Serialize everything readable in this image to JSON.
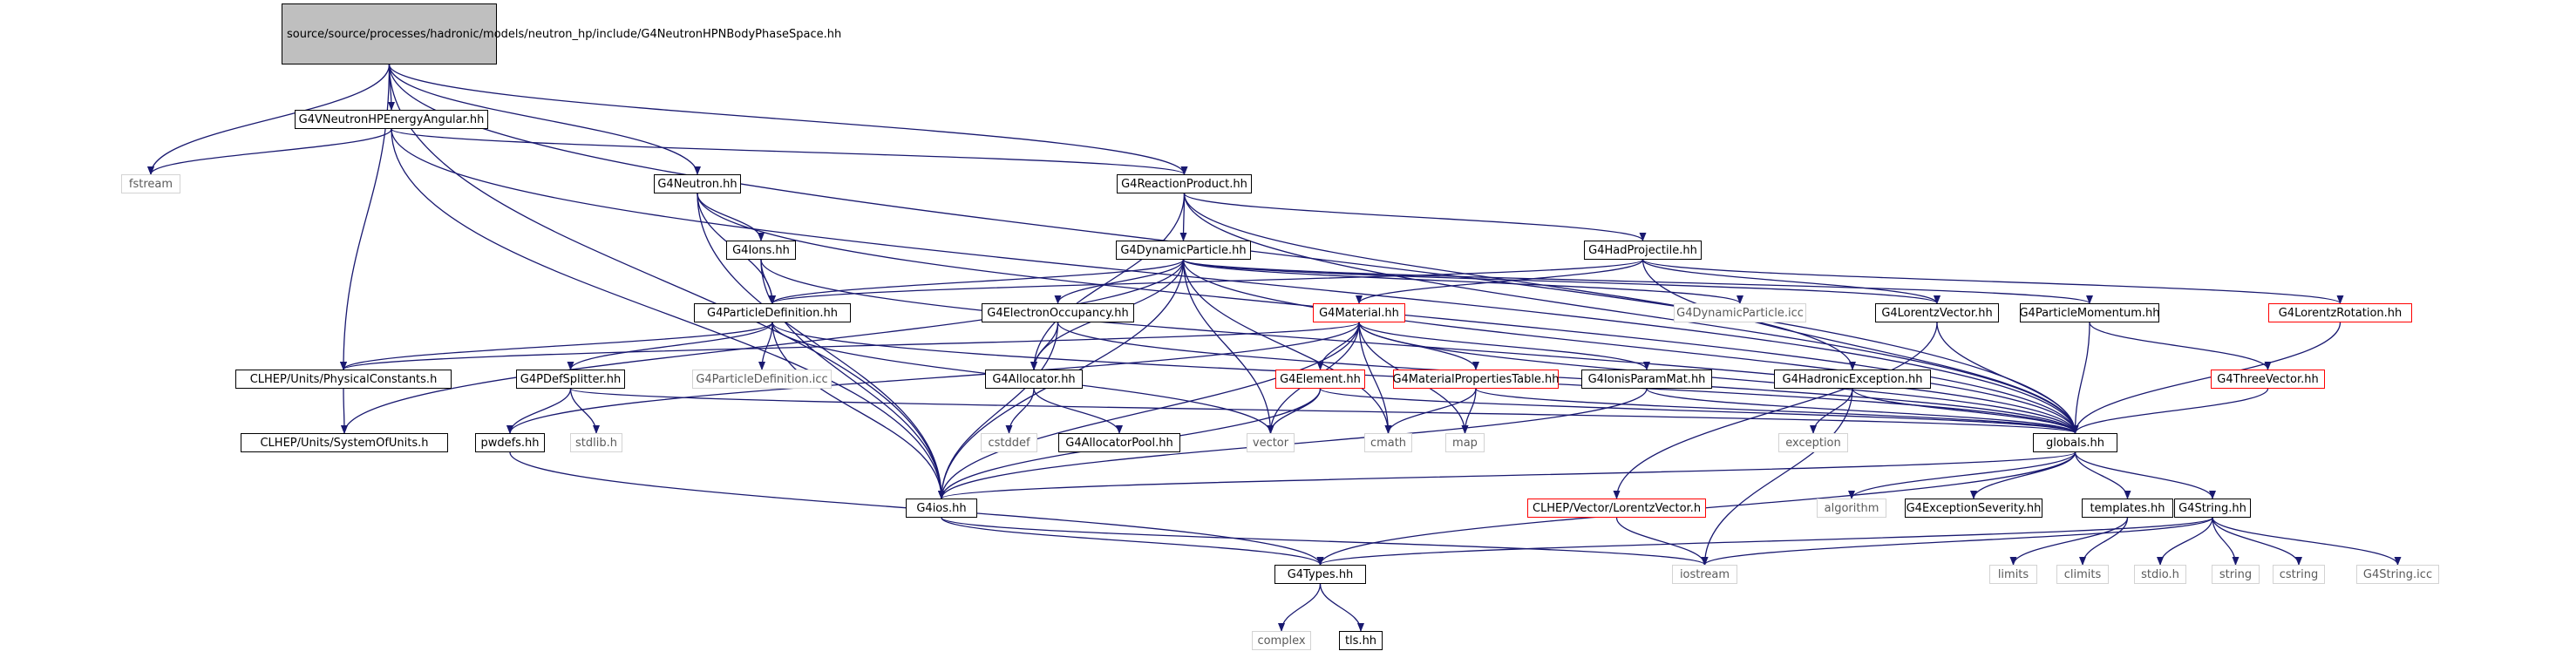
{
  "diagram": {
    "edge_color": "#191970",
    "root_fill": "#bfbfbf",
    "external_link_border": "#ff0000",
    "missing_border": "#d3d3d3",
    "nodes": {
      "root": "source/source/processes/hadronic/models/neutron_hp/include/G4NeutronHPNBodyPhaseSpace.hh",
      "energyAngular": "G4VNeutronHPEnergyAngular.hh",
      "fstream": "fstream",
      "neutron": "G4Neutron.hh",
      "reactionProduct": "G4ReactionProduct.hh",
      "ions": "G4Ions.hh",
      "dynamicParticle": "G4DynamicParticle.hh",
      "hadProjectile": "G4HadProjectile.hh",
      "particleDefinition": "G4ParticleDefinition.hh",
      "electronOccupancy": "G4ElectronOccupancy.hh",
      "material": "G4Material.hh",
      "dynamicParticleIcc": "G4DynamicParticle.icc",
      "lorentzVector": "G4LorentzVector.hh",
      "particleMomentum": "G4ParticleMomentum.hh",
      "lorentzRotation": "G4LorentzRotation.hh",
      "physicalConstants": "CLHEP/Units/PhysicalConstants.h",
      "pdefSplitter": "G4PDefSplitter.hh",
      "particleDefinitionIcc": "G4ParticleDefinition.icc",
      "allocator": "G4Allocator.hh",
      "element": "G4Element.hh",
      "materialPropertiesTable": "G4MaterialPropertiesTable.hh",
      "ionisParamMat": "G4IonisParamMat.hh",
      "hadronicException": "G4HadronicException.hh",
      "threeVector": "G4ThreeVector.hh",
      "systemOfUnits": "CLHEP/Units/SystemOfUnits.h",
      "pwdefs": "pwdefs.hh",
      "stdlib": "stdlib.h",
      "cstddef": "cstddef",
      "allocatorPool": "G4AllocatorPool.hh",
      "vector": "vector",
      "cmath": "cmath",
      "map": "map",
      "exception": "exception",
      "globals": "globals.hh",
      "ios": "G4ios.hh",
      "clhepLorentzVector": "CLHEP/Vector/LorentzVector.h",
      "algorithm": "algorithm",
      "exceptionSeverity": "G4ExceptionSeverity.hh",
      "templates": "templates.hh",
      "g4string": "G4String.hh",
      "iostream": "iostream",
      "limits": "limits",
      "climits": "climits",
      "stdio": "stdio.h",
      "string": "string",
      "cstring": "cstring",
      "g4stringIcc": "G4String.icc",
      "types": "G4Types.hh",
      "complex": "complex",
      "tls": "tls.hh"
    }
  }
}
